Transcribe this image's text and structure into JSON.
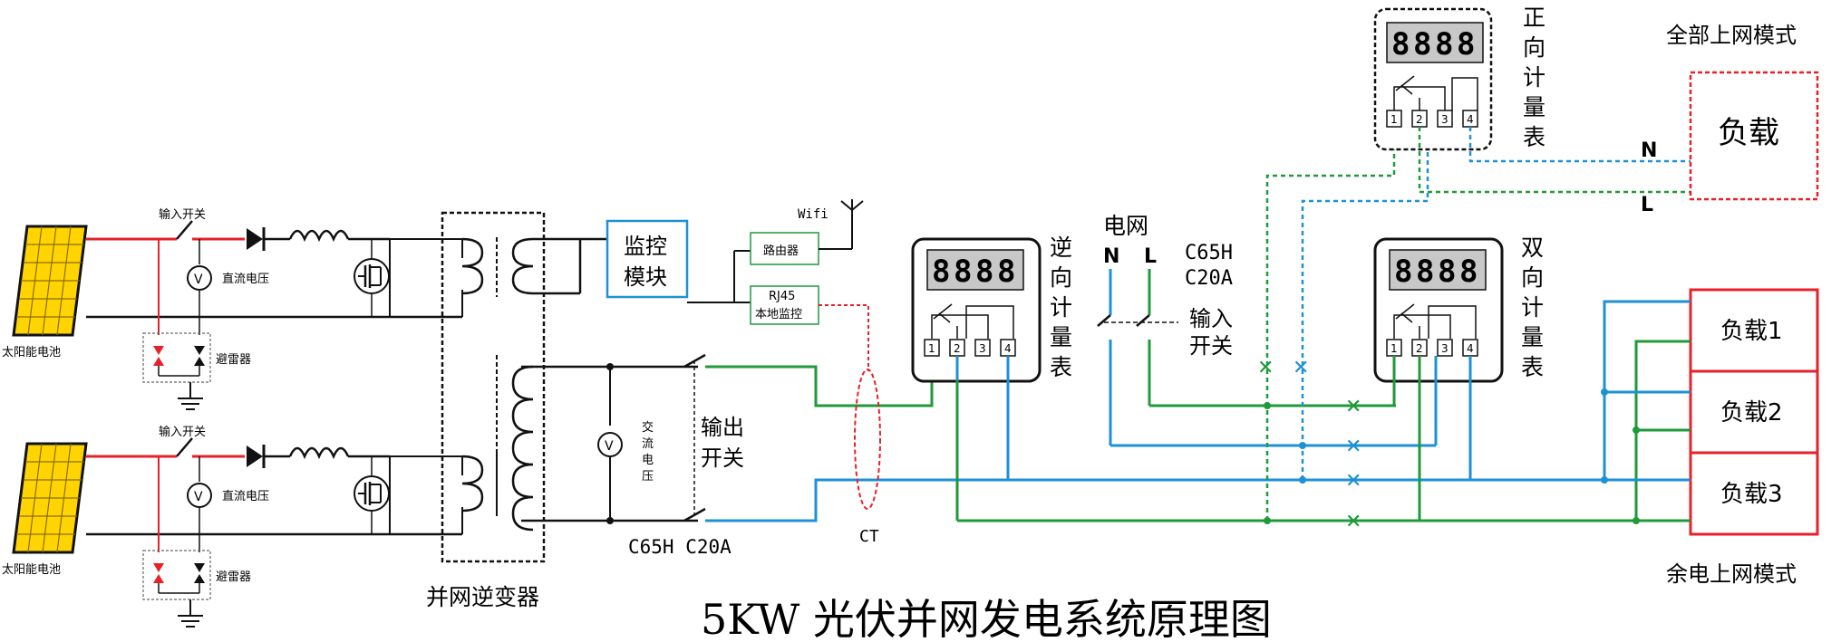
{
  "title": "5KW 光伏并网发电系统原理图",
  "colors": {
    "red": "#e8202a",
    "green": "#1f9a3a",
    "blue": "#1e90d6",
    "black": "#111111",
    "panel_yellow": "#ffd400"
  },
  "pv": {
    "panel_label": "太阳能电池",
    "input_switch": "输入开关",
    "dc_voltage": "直流电压",
    "arrester": "避雷器",
    "voltmeter_symbol": "V"
  },
  "inverter": {
    "label": "并网逆变器",
    "monitor_line1": "监控",
    "monitor_line2": "模块",
    "ac_voltage_chars": [
      "交",
      "流",
      "电",
      "压"
    ],
    "output_switch_line1": "输出",
    "output_switch_line2": "开关",
    "breaker_rating": "C65H C20A"
  },
  "network": {
    "wifi": "Wifi",
    "router": "路由器",
    "rj45_line1": "RJ45",
    "rj45_line2": "本地监控"
  },
  "ct_label": "CT",
  "meter_display_digits": [
    "8",
    "8",
    "8",
    "8"
  ],
  "meters": {
    "reverse": {
      "chars": [
        "逆",
        "向",
        "计",
        "量",
        "表"
      ]
    },
    "forward": {
      "chars": [
        "正",
        "向",
        "计",
        "量",
        "表"
      ]
    },
    "bidirectional": {
      "chars": [
        "双",
        "向",
        "计",
        "量",
        "表"
      ]
    },
    "terminals": [
      "1",
      "2",
      "3",
      "4"
    ]
  },
  "grid": {
    "label": "电网",
    "n": "N",
    "l": "L",
    "breaker_line1": "C65H",
    "breaker_line2": "C20A",
    "input_switch_line1": "输入",
    "input_switch_line2": "开关"
  },
  "full_export": {
    "mode_label": "全部上网模式",
    "load": "负载",
    "n": "N",
    "l": "L"
  },
  "surplus_export": {
    "mode_label": "余电上网模式",
    "loads": [
      "负载1",
      "负载2",
      "负载3"
    ]
  }
}
